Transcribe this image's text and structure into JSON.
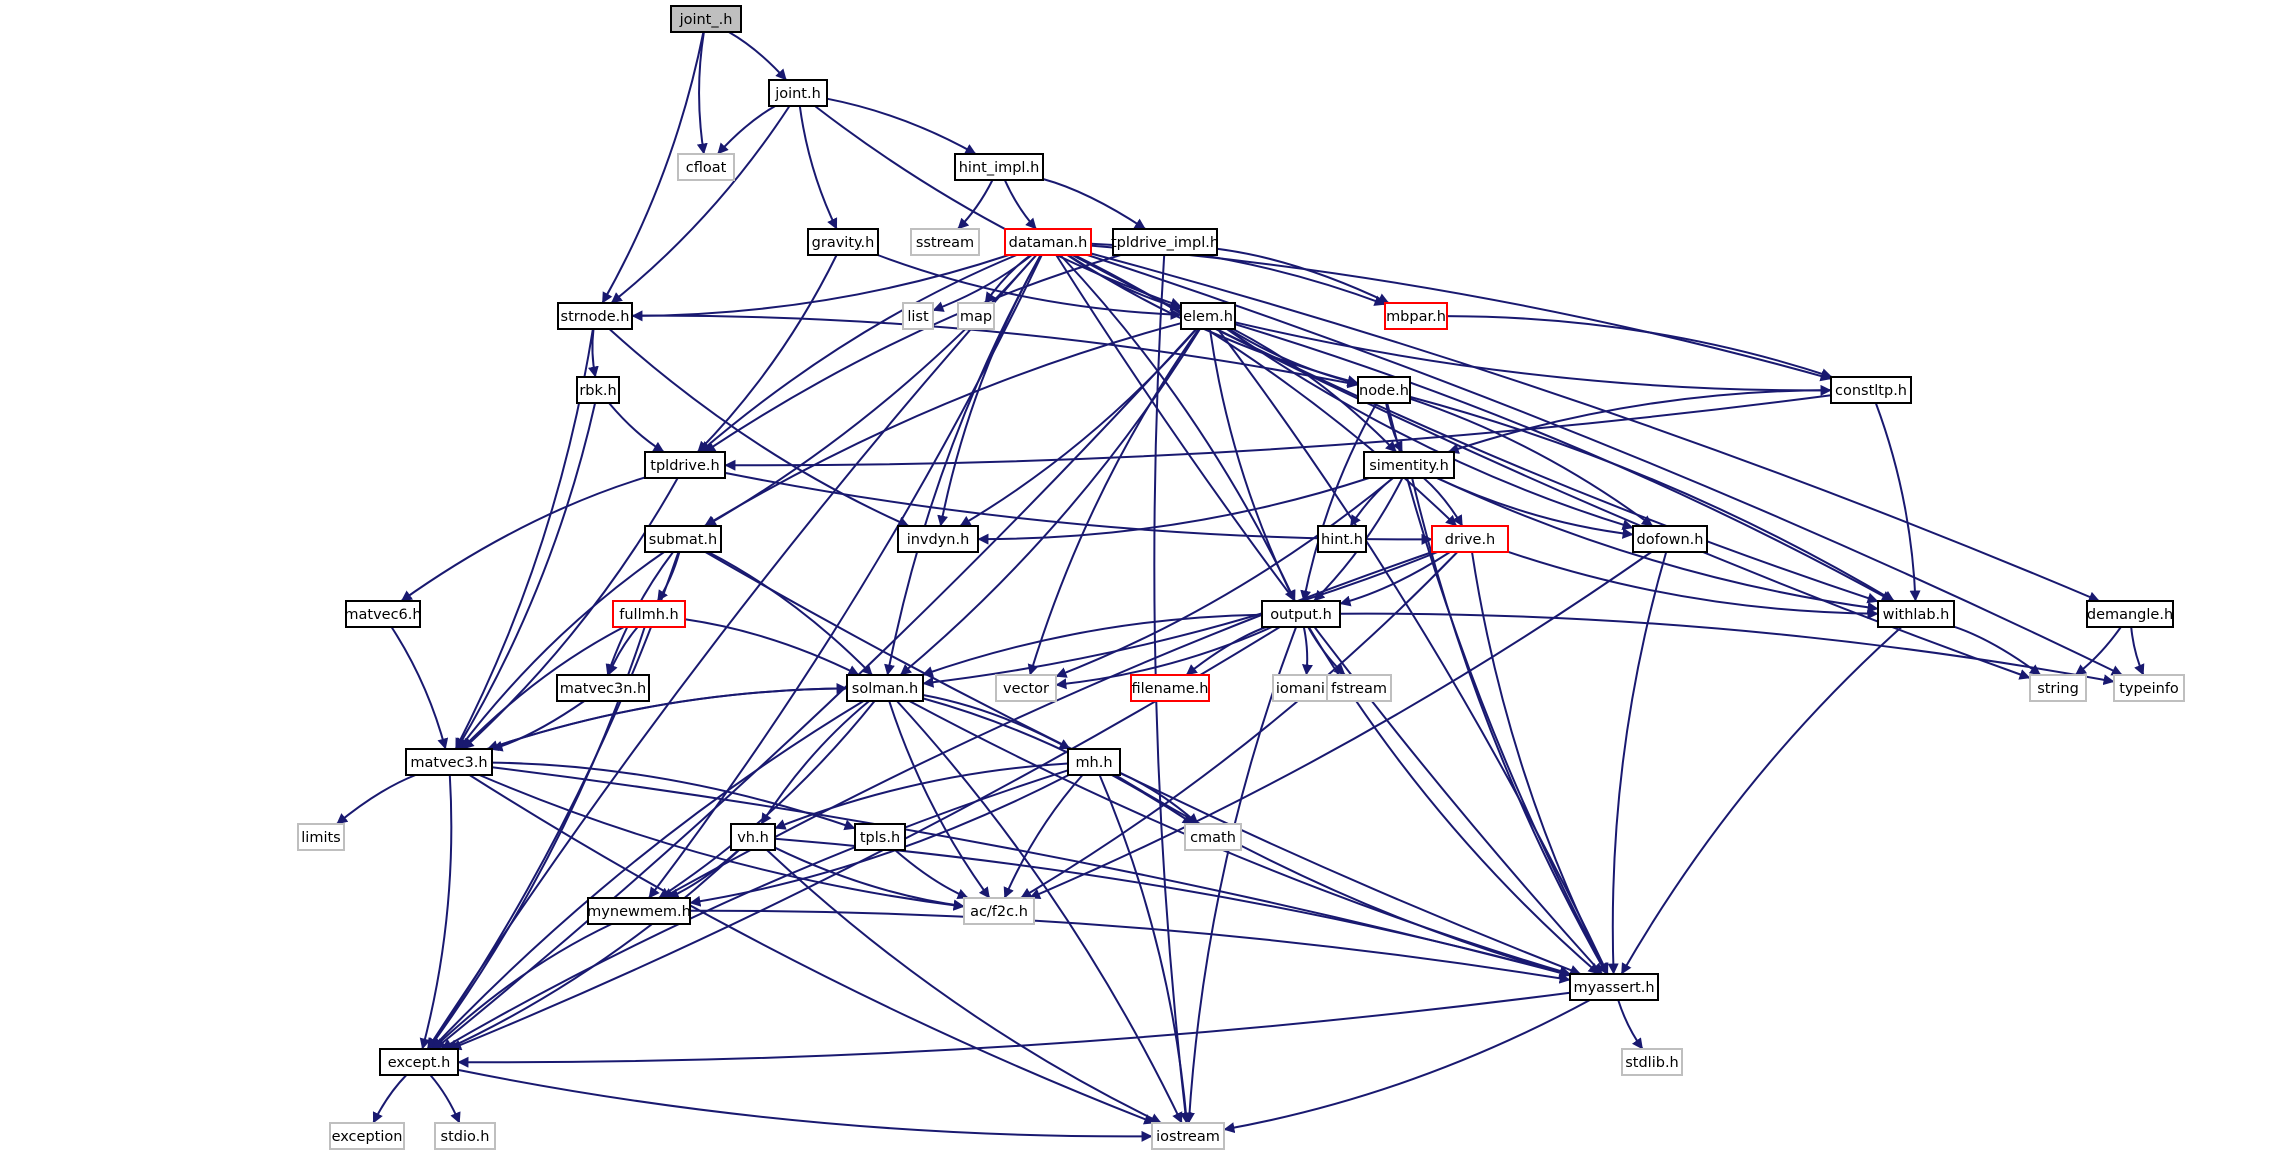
{
  "graph": {
    "colors": {
      "edge": "#191970",
      "root_fill": "#bfbfbf",
      "normal_border": "#000000",
      "truncated_border": "#ff0000",
      "system_border": "#bfbfbf",
      "fill": "#ffffff"
    },
    "nodes": [
      {
        "id": "joint_h",
        "label": "joint_.h",
        "kind": "root"
      },
      {
        "id": "joint",
        "label": "joint.h",
        "kind": "normal"
      },
      {
        "id": "cfloat",
        "label": "cfloat",
        "kind": "system"
      },
      {
        "id": "hint_impl",
        "label": "hint_impl.h",
        "kind": "normal"
      },
      {
        "id": "gravity",
        "label": "gravity.h",
        "kind": "normal"
      },
      {
        "id": "sstream",
        "label": "sstream",
        "kind": "system"
      },
      {
        "id": "dataman",
        "label": "dataman.h",
        "kind": "truncated"
      },
      {
        "id": "tpldrive_impl",
        "label": "tpldrive_impl.h",
        "kind": "normal"
      },
      {
        "id": "strnode",
        "label": "strnode.h",
        "kind": "normal"
      },
      {
        "id": "list",
        "label": "list",
        "kind": "system"
      },
      {
        "id": "map",
        "label": "map",
        "kind": "system"
      },
      {
        "id": "elem",
        "label": "elem.h",
        "kind": "normal"
      },
      {
        "id": "mbpar",
        "label": "mbpar.h",
        "kind": "truncated"
      },
      {
        "id": "rbk",
        "label": "rbk.h",
        "kind": "normal"
      },
      {
        "id": "node",
        "label": "node.h",
        "kind": "normal"
      },
      {
        "id": "constltp",
        "label": "constltp.h",
        "kind": "normal"
      },
      {
        "id": "tpldrive",
        "label": "tpldrive.h",
        "kind": "normal"
      },
      {
        "id": "simentity",
        "label": "simentity.h",
        "kind": "normal"
      },
      {
        "id": "submat",
        "label": "submat.h",
        "kind": "normal"
      },
      {
        "id": "invdyn",
        "label": "invdyn.h",
        "kind": "normal"
      },
      {
        "id": "hint",
        "label": "hint.h",
        "kind": "normal"
      },
      {
        "id": "drive",
        "label": "drive.h",
        "kind": "truncated"
      },
      {
        "id": "dofown",
        "label": "dofown.h",
        "kind": "normal"
      },
      {
        "id": "matvec6",
        "label": "matvec6.h",
        "kind": "normal"
      },
      {
        "id": "fullmh",
        "label": "fullmh.h",
        "kind": "truncated"
      },
      {
        "id": "output",
        "label": "output.h",
        "kind": "normal"
      },
      {
        "id": "withlab",
        "label": "withlab.h",
        "kind": "normal"
      },
      {
        "id": "demangle",
        "label": "demangle.h",
        "kind": "normal"
      },
      {
        "id": "matvec3n",
        "label": "matvec3n.h",
        "kind": "normal"
      },
      {
        "id": "solman",
        "label": "solman.h",
        "kind": "normal"
      },
      {
        "id": "vector",
        "label": "vector",
        "kind": "system"
      },
      {
        "id": "filename",
        "label": "filename.h",
        "kind": "truncated"
      },
      {
        "id": "iomanip",
        "label": "iomanip",
        "kind": "system"
      },
      {
        "id": "fstream",
        "label": "fstream",
        "kind": "system"
      },
      {
        "id": "string",
        "label": "string",
        "kind": "system"
      },
      {
        "id": "typeinfo",
        "label": "typeinfo",
        "kind": "system"
      },
      {
        "id": "matvec3",
        "label": "matvec3.h",
        "kind": "normal"
      },
      {
        "id": "mh",
        "label": "mh.h",
        "kind": "normal"
      },
      {
        "id": "limits",
        "label": "limits",
        "kind": "system"
      },
      {
        "id": "vh",
        "label": "vh.h",
        "kind": "normal"
      },
      {
        "id": "tpls",
        "label": "tpls.h",
        "kind": "normal"
      },
      {
        "id": "cmath",
        "label": "cmath",
        "kind": "system"
      },
      {
        "id": "f2c",
        "label": "ac/f2c.h",
        "kind": "system"
      },
      {
        "id": "mynewmem",
        "label": "mynewmem.h",
        "kind": "normal"
      },
      {
        "id": "myassert",
        "label": "myassert.h",
        "kind": "normal"
      },
      {
        "id": "except",
        "label": "except.h",
        "kind": "normal"
      },
      {
        "id": "stdlib",
        "label": "stdlib.h",
        "kind": "system"
      },
      {
        "id": "exception",
        "label": "exception",
        "kind": "system"
      },
      {
        "id": "stdio",
        "label": "stdio.h",
        "kind": "system"
      },
      {
        "id": "iostream",
        "label": "iostream",
        "kind": "system"
      }
    ],
    "edges": [
      [
        "joint_h",
        "joint"
      ],
      [
        "joint_h",
        "cfloat"
      ],
      [
        "joint_h",
        "strnode"
      ],
      [
        "joint",
        "cfloat"
      ],
      [
        "joint",
        "hint_impl"
      ],
      [
        "joint",
        "gravity"
      ],
      [
        "joint",
        "strnode"
      ],
      [
        "joint",
        "elem"
      ],
      [
        "hint_impl",
        "sstream"
      ],
      [
        "hint_impl",
        "dataman"
      ],
      [
        "hint_impl",
        "tpldrive_impl"
      ],
      [
        "gravity",
        "elem"
      ],
      [
        "gravity",
        "tpldrive"
      ],
      [
        "tpldrive_impl",
        "tpldrive"
      ],
      [
        "tpldrive_impl",
        "mbpar"
      ],
      [
        "tpldrive_impl",
        "iostream"
      ],
      [
        "dataman",
        "list"
      ],
      [
        "dataman",
        "map"
      ],
      [
        "dataman",
        "strnode"
      ],
      [
        "dataman",
        "elem"
      ],
      [
        "dataman",
        "mbpar"
      ],
      [
        "dataman",
        "node"
      ],
      [
        "dataman",
        "constltp"
      ],
      [
        "dataman",
        "tpldrive"
      ],
      [
        "dataman",
        "submat"
      ],
      [
        "dataman",
        "invdyn"
      ],
      [
        "dataman",
        "output"
      ],
      [
        "dataman",
        "solman"
      ],
      [
        "dataman",
        "drive"
      ],
      [
        "dataman",
        "withlab"
      ],
      [
        "dataman",
        "demangle"
      ],
      [
        "dataman",
        "string"
      ],
      [
        "dataman",
        "typeinfo"
      ],
      [
        "dataman",
        "myassert"
      ],
      [
        "dataman",
        "mynewmem"
      ],
      [
        "dataman",
        "except"
      ],
      [
        "mbpar",
        "constltp"
      ],
      [
        "strnode",
        "rbk"
      ],
      [
        "strnode",
        "node"
      ],
      [
        "strnode",
        "invdyn"
      ],
      [
        "strnode",
        "matvec3"
      ],
      [
        "elem",
        "node"
      ],
      [
        "elem",
        "simentity"
      ],
      [
        "elem",
        "submat"
      ],
      [
        "elem",
        "invdyn"
      ],
      [
        "elem",
        "output"
      ],
      [
        "elem",
        "solman"
      ],
      [
        "elem",
        "dofown"
      ],
      [
        "elem",
        "withlab"
      ],
      [
        "elem",
        "vector"
      ],
      [
        "elem",
        "except"
      ],
      [
        "elem",
        "constltp"
      ],
      [
        "elem",
        "myassert"
      ],
      [
        "rbk",
        "tpldrive"
      ],
      [
        "rbk",
        "matvec3"
      ],
      [
        "node",
        "simentity"
      ],
      [
        "node",
        "dofown"
      ],
      [
        "node",
        "output"
      ],
      [
        "node",
        "withlab"
      ],
      [
        "node",
        "myassert"
      ],
      [
        "constltp",
        "tpldrive"
      ],
      [
        "constltp",
        "simentity"
      ],
      [
        "constltp",
        "withlab"
      ],
      [
        "tpldrive",
        "matvec6"
      ],
      [
        "tpldrive",
        "matvec3"
      ],
      [
        "tpldrive",
        "drive"
      ],
      [
        "simentity",
        "invdyn"
      ],
      [
        "simentity",
        "hint"
      ],
      [
        "simentity",
        "drive"
      ],
      [
        "simentity",
        "dofown"
      ],
      [
        "simentity",
        "output"
      ],
      [
        "simentity",
        "withlab"
      ],
      [
        "simentity",
        "vector"
      ],
      [
        "simentity",
        "myassert"
      ],
      [
        "submat",
        "fullmh"
      ],
      [
        "submat",
        "matvec3n"
      ],
      [
        "submat",
        "solman"
      ],
      [
        "submat",
        "matvec3"
      ],
      [
        "submat",
        "except"
      ],
      [
        "submat",
        "myassert"
      ],
      [
        "drive",
        "output"
      ],
      [
        "drive",
        "withlab"
      ],
      [
        "drive",
        "solman"
      ],
      [
        "drive",
        "mynewmem"
      ],
      [
        "drive",
        "f2c"
      ],
      [
        "drive",
        "myassert"
      ],
      [
        "dofown",
        "f2c"
      ],
      [
        "dofown",
        "myassert"
      ],
      [
        "matvec6",
        "matvec3"
      ],
      [
        "fullmh",
        "matvec3n"
      ],
      [
        "fullmh",
        "solman"
      ],
      [
        "fullmh",
        "matvec3"
      ],
      [
        "fullmh",
        "except"
      ],
      [
        "output",
        "solman"
      ],
      [
        "output",
        "vector"
      ],
      [
        "output",
        "filename"
      ],
      [
        "output",
        "iomanip"
      ],
      [
        "output",
        "fstream"
      ],
      [
        "output",
        "typeinfo"
      ],
      [
        "output",
        "myassert"
      ],
      [
        "output",
        "except"
      ],
      [
        "output",
        "iostream"
      ],
      [
        "withlab",
        "string"
      ],
      [
        "withlab",
        "myassert"
      ],
      [
        "demangle",
        "string"
      ],
      [
        "demangle",
        "typeinfo"
      ],
      [
        "matvec3n",
        "matvec3"
      ],
      [
        "solman",
        "matvec3"
      ],
      [
        "solman",
        "mh"
      ],
      [
        "solman",
        "vh"
      ],
      [
        "solman",
        "cmath"
      ],
      [
        "solman",
        "f2c"
      ],
      [
        "solman",
        "mynewmem"
      ],
      [
        "solman",
        "except"
      ],
      [
        "solman",
        "iostream"
      ],
      [
        "solman",
        "myassert"
      ],
      [
        "matvec3",
        "solman"
      ],
      [
        "matvec3",
        "limits"
      ],
      [
        "matvec3",
        "tpls"
      ],
      [
        "matvec3",
        "f2c"
      ],
      [
        "matvec3",
        "except"
      ],
      [
        "matvec3",
        "iostream"
      ],
      [
        "matvec3",
        "myassert"
      ],
      [
        "mh",
        "vh"
      ],
      [
        "mh",
        "cmath"
      ],
      [
        "mh",
        "f2c"
      ],
      [
        "mh",
        "mynewmem"
      ],
      [
        "mh",
        "except"
      ],
      [
        "mh",
        "iostream"
      ],
      [
        "mh",
        "myassert"
      ],
      [
        "vh",
        "mynewmem"
      ],
      [
        "vh",
        "f2c"
      ],
      [
        "vh",
        "except"
      ],
      [
        "vh",
        "iostream"
      ],
      [
        "vh",
        "myassert"
      ],
      [
        "tpls",
        "f2c"
      ],
      [
        "mynewmem",
        "myassert"
      ],
      [
        "mynewmem",
        "except"
      ],
      [
        "myassert",
        "except"
      ],
      [
        "myassert",
        "stdlib"
      ],
      [
        "myassert",
        "iostream"
      ],
      [
        "except",
        "exception"
      ],
      [
        "except",
        "stdio"
      ],
      [
        "except",
        "iostream"
      ]
    ]
  }
}
